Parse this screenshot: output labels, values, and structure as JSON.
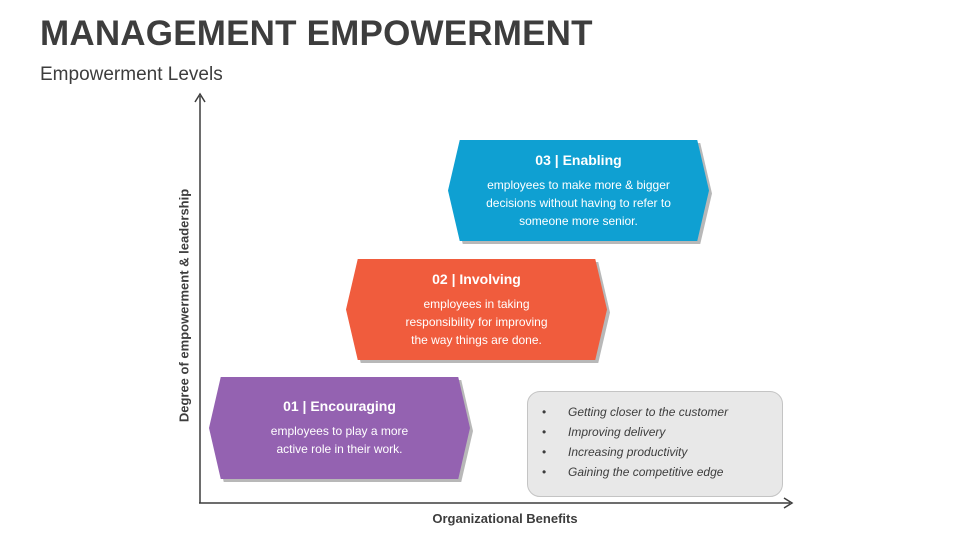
{
  "title": "MANAGEMENT EMPOWERMENT",
  "subtitle": "Empowerment Levels",
  "axes": {
    "y_label": "Degree of empowerment & leadership",
    "x_label": "Organizational Benefits"
  },
  "levels": [
    {
      "title": "01 | Encouraging",
      "lines": [
        "employees to play a more",
        "active role in their work."
      ],
      "color": "#9462b1"
    },
    {
      "title": "02 | Involving",
      "lines": [
        "employees in taking",
        "responsibility for improving",
        "the way things are done."
      ],
      "color": "#f05c3d"
    },
    {
      "title": "03 | Enabling",
      "lines": [
        "employees to make more & bigger",
        "decisions without having to refer to",
        "someone more senior."
      ],
      "color": "#0fa0d2"
    }
  ],
  "benefits": {
    "bullet": "•",
    "items": [
      "Getting closer to the customer",
      "Improving delivery",
      "Increasing productivity",
      "Gaining the competitive edge"
    ]
  }
}
